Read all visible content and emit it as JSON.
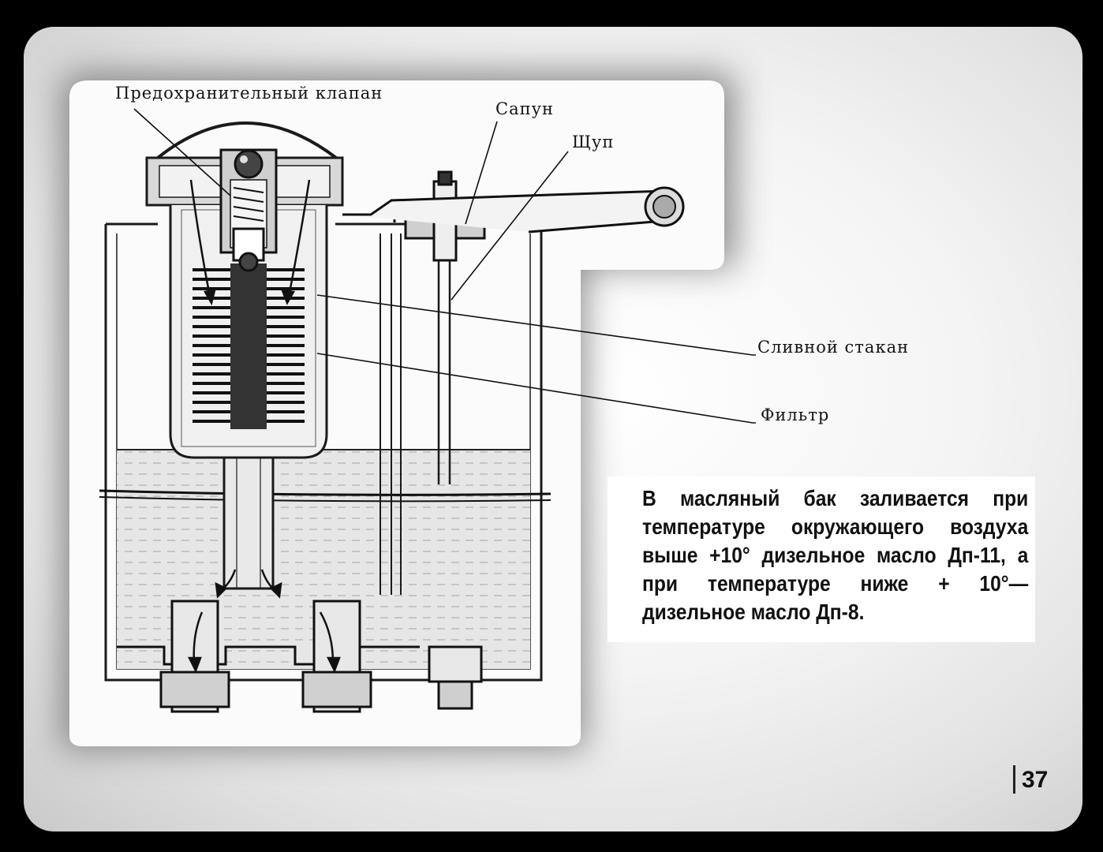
{
  "labels": {
    "safety_valve": "Предохранительный клапан",
    "breather": "Сапун",
    "dipstick": "Щуп",
    "drain_cup": "Сливной стакан",
    "filter": "Фильтр"
  },
  "note": {
    "text": "В масляный бак заливается при температуре окружающего воздуха выше +10° дизельное масло Дп-11, а при температуре ниже + 10°—дизельное масло Дп-8."
  },
  "page_number": "37"
}
